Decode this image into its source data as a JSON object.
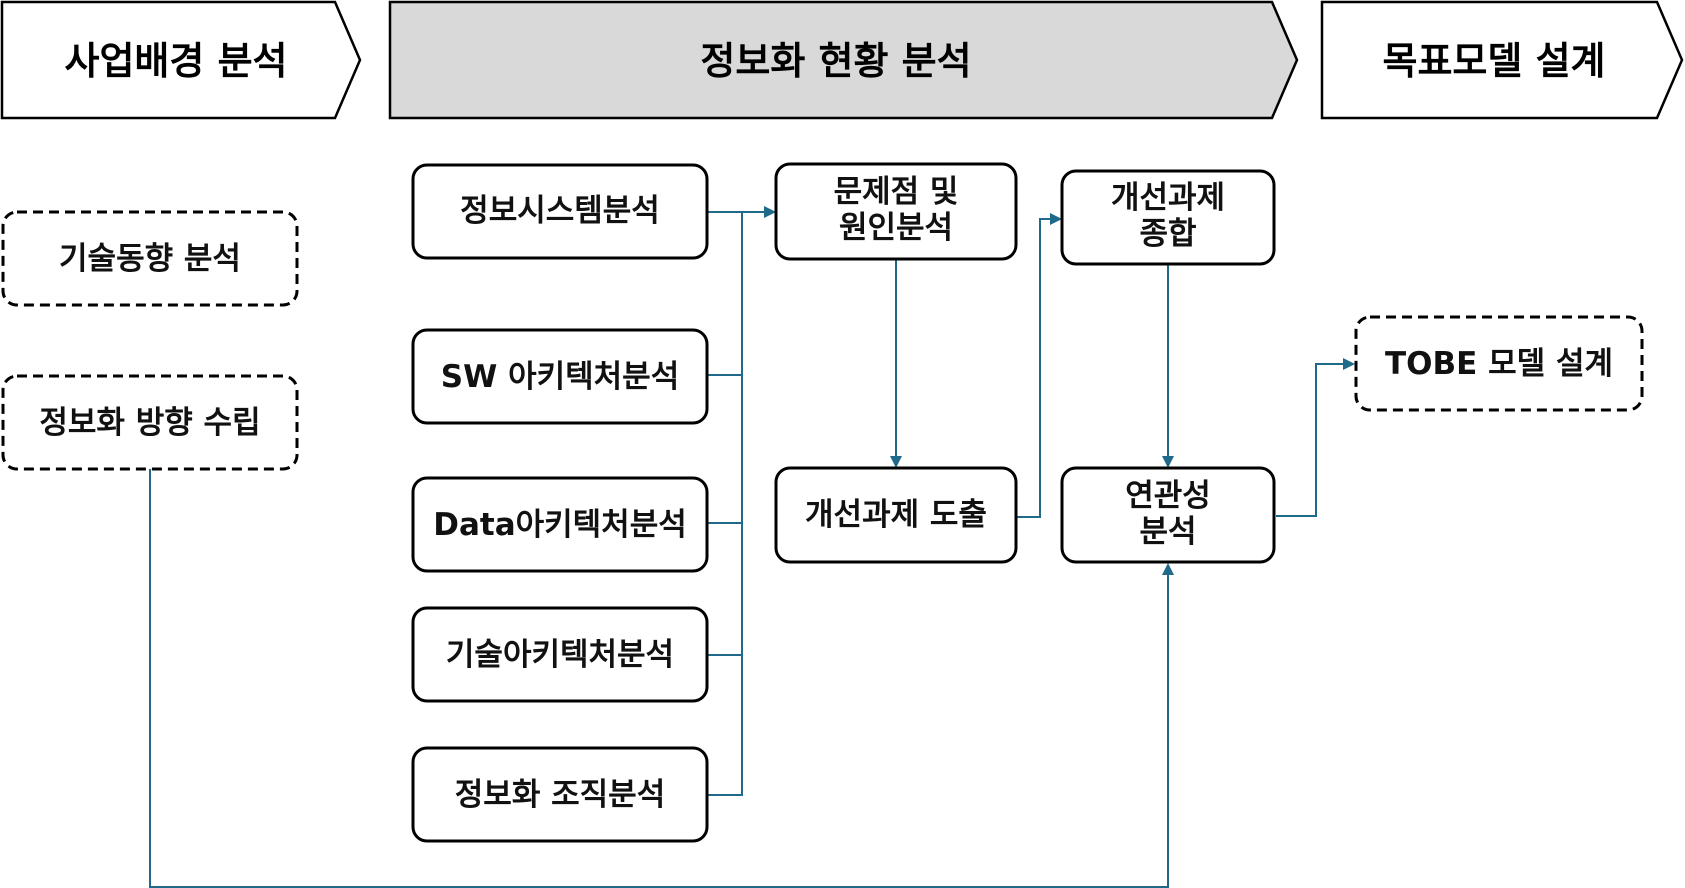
{
  "headers": {
    "background": "사업배경 분석",
    "current_status": "정보화 현황 분석",
    "target_model": "목표모델 설계"
  },
  "left": {
    "tech_trend": "기술동향 분석",
    "direction": "정보화 방향 수립"
  },
  "analysis": {
    "info_system": "정보시스템분석",
    "sw_arch": "SW 아키텍처분석",
    "data_arch": "Data아키텍처분석",
    "tech_arch": "기술아키텍처분석",
    "org": "정보화 조직분석"
  },
  "problem": {
    "line1": "문제점 및",
    "line2": "원인분석"
  },
  "derive": "개선과제 도출",
  "synthesis": {
    "line1": "개선과제",
    "line2": "종합"
  },
  "relevance": {
    "line1": "연관성",
    "line2": "분석"
  },
  "tobe": "TOBE 모델 설계",
  "colors": {
    "connector": "#1f6a8a",
    "header_highlight": "#d9d9d9"
  }
}
